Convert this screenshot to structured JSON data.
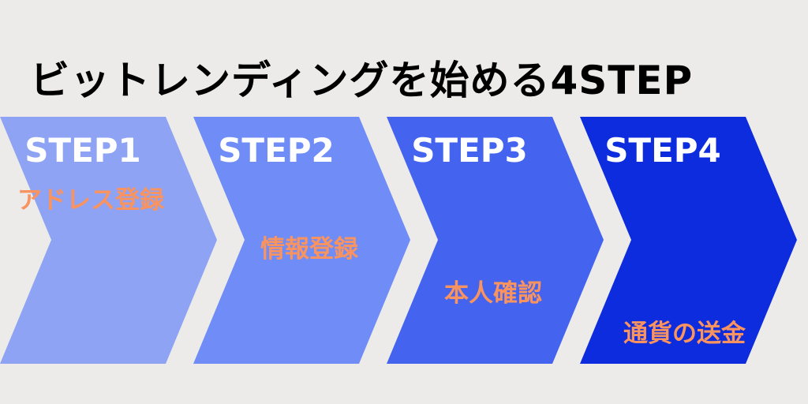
{
  "title": "ビットレンディングを始める4STEP",
  "colors": {
    "background": "#ECEBEA",
    "title_text": "#000000",
    "step_label_text": "#FFFFFF",
    "step_desc_text": "#F9935F"
  },
  "steps": [
    {
      "label": "STEP1",
      "desc": "アドレス登録",
      "color": "#8EA3F3"
    },
    {
      "label": "STEP2",
      "desc": "情報登録",
      "color": "#6F8CF7"
    },
    {
      "label": "STEP3",
      "desc": "本人確認",
      "color": "#4464F0"
    },
    {
      "label": "STEP4",
      "desc": "通貨の送金",
      "color": "#0D2CDE"
    }
  ]
}
